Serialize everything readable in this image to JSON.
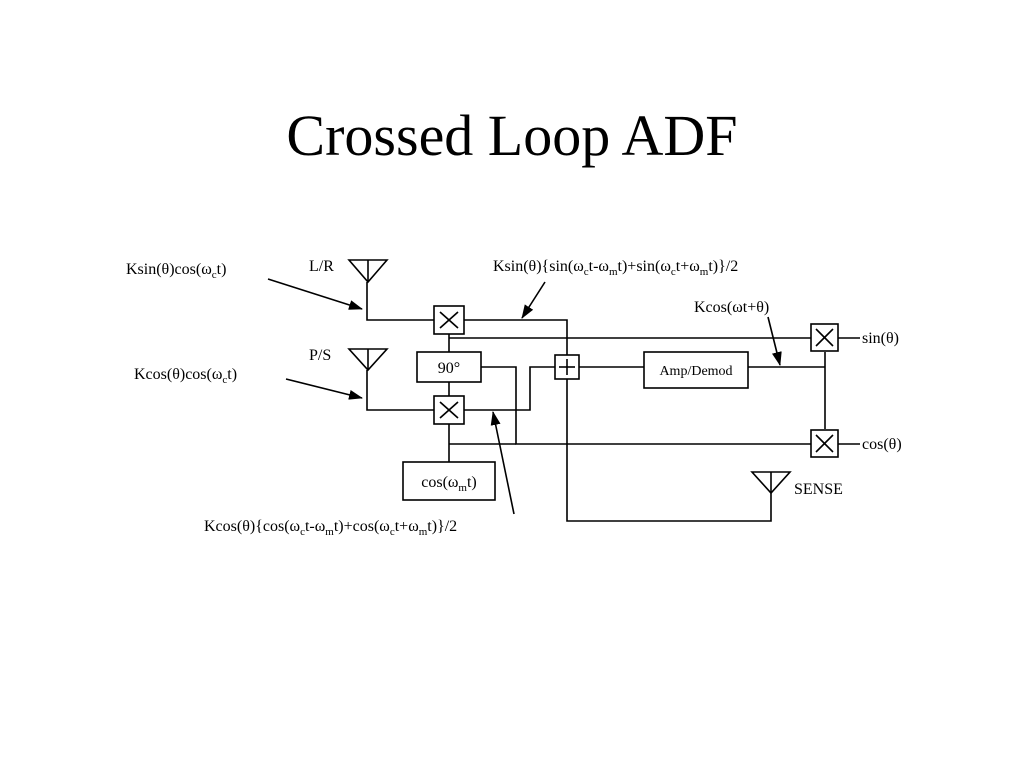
{
  "slide": {
    "title": "Crossed Loop ADF"
  },
  "diagram": {
    "antennas": {
      "lr": "L/R",
      "ps": "P/S",
      "sense": "SENSE"
    },
    "blocks": {
      "phase_shift": "90°",
      "amp_demod": "Amp/Demod"
    },
    "outputs": {
      "sin": "sin(θ)",
      "cos": "cos(θ)"
    },
    "symbols": {
      "multiply": "×",
      "sum": "+"
    },
    "labels": {
      "lr_input": {
        "a": "Ksin(θ)cos(ω",
        "b": "c",
        "c": "t)"
      },
      "ps_input": {
        "a": "Kcos(θ)cos(ω",
        "b": "c",
        "c": "t)"
      },
      "oscillator": {
        "a": "cos(ω",
        "b": "m",
        "c": "t)"
      },
      "upper_product": {
        "a": "Ksin(θ){sin(ω",
        "b": "c",
        "c": "t-ω",
        "d": "m",
        "e": "t)+sin(ω",
        "f": "c",
        "g": "t+ω",
        "h": "m",
        "i": "t)}/2"
      },
      "lower_product": {
        "a": "Kcos(θ){cos(ω",
        "b": "c",
        "c": "t-ω",
        "d": "m",
        "e": "t)+cos(ω",
        "f": "c",
        "g": "t+ω",
        "h": "m",
        "i": "t)}/2"
      },
      "demod_out": "Kcos(ωt+θ)"
    }
  }
}
